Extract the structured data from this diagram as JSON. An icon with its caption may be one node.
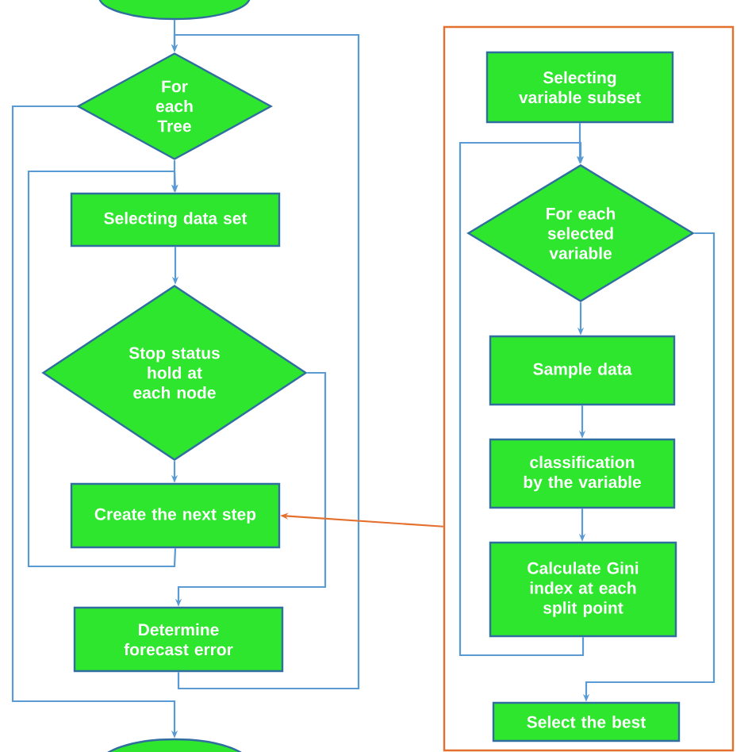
{
  "diagram": {
    "nodes": [
      {
        "text": [],
        "shape": "ellipse"
      },
      {
        "text": [
          "For each Tree"
        ]
      },
      {
        "text": [
          "Selecting data set"
        ]
      },
      {
        "text": [
          "Stop status hold at each node"
        ]
      },
      {
        "text": [
          "Create the next step"
        ]
      },
      {
        "text": [
          "Determine forecast error"
        ]
      },
      {
        "text": [],
        "shape": "ellipse"
      },
      {
        "text": [],
        "shape": "box"
      },
      {
        "text": [
          "Selecting variable subset"
        ],
        "in": 7
      },
      {
        "text": [
          "For each selected variable"
        ],
        "in": 7
      },
      {
        "text": [
          "Sample data"
        ],
        "in": 7
      },
      {
        "text": [
          "classification by the variable"
        ],
        "in": 7
      },
      {
        "text": [
          "Calculate Gini index at each split point"
        ],
        "in": 7
      },
      {
        "text": [
          "Select the best"
        ],
        "in": 7
      }
    ],
    "edges": [
      {
        "from": 0,
        "to": 1,
        "arrow": "to"
      },
      {
        "from": 1,
        "to": 2,
        "arrow": "to"
      },
      {
        "from": 2,
        "to": 3,
        "arrow": "to"
      },
      {
        "from": 3,
        "to": 4,
        "arrow": "to"
      },
      {
        "from": 4,
        "to": 2,
        "arrow": "to"
      },
      {
        "from": 3,
        "to": 5,
        "arrow": "to"
      },
      {
        "from": 1,
        "to": 6,
        "arrow": "to"
      },
      {
        "from": 5,
        "to": 1,
        "arrow": "to"
      },
      {
        "from": 7,
        "to": 4,
        "arrow": "to",
        "color": "#e4702e"
      },
      {
        "from": 8,
        "to": 9,
        "arrow": "to"
      },
      {
        "from": 9,
        "to": 10,
        "arrow": "to"
      },
      {
        "from": 10,
        "to": 11,
        "arrow": "to"
      },
      {
        "from": 11,
        "to": 12,
        "arrow": "to"
      },
      {
        "from": 12,
        "to": 9,
        "arrow": "to"
      },
      {
        "from": 9,
        "to": 13,
        "arrow": "to"
      }
    ]
  }
}
